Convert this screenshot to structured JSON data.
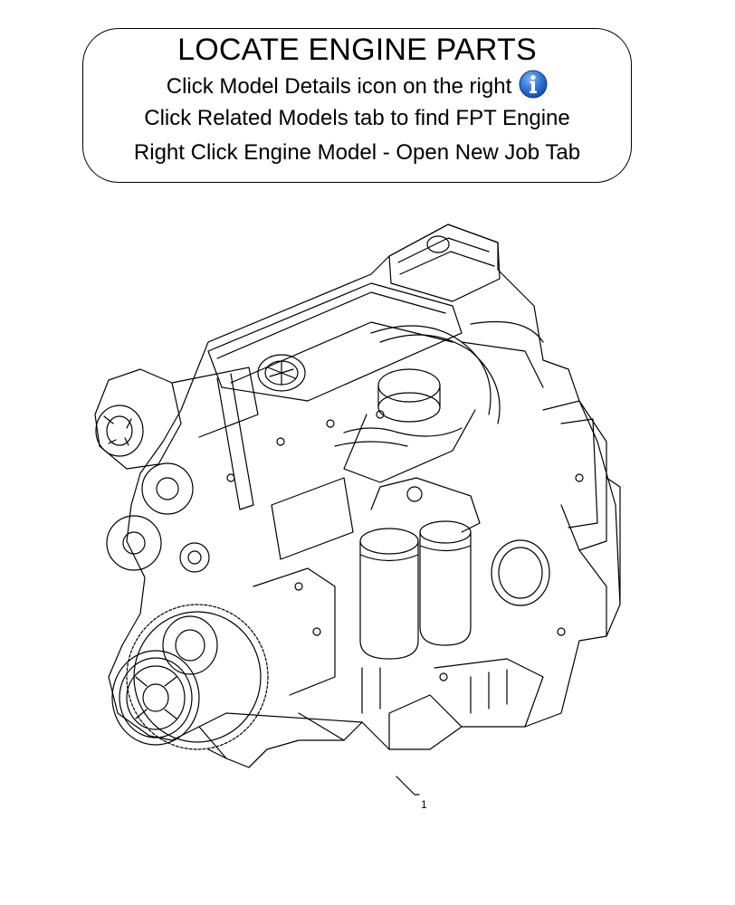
{
  "instructions": {
    "title": "LOCATE ENGINE PARTS",
    "line1": "Click Model Details icon on the right",
    "line2": "Click Related Models tab to find FPT Engine",
    "line3": "Right Click Engine Model - Open New Job Tab",
    "info_icon": "info-icon",
    "info_icon_color": "#1a63c9"
  },
  "diagram": {
    "callout_label": "1"
  }
}
